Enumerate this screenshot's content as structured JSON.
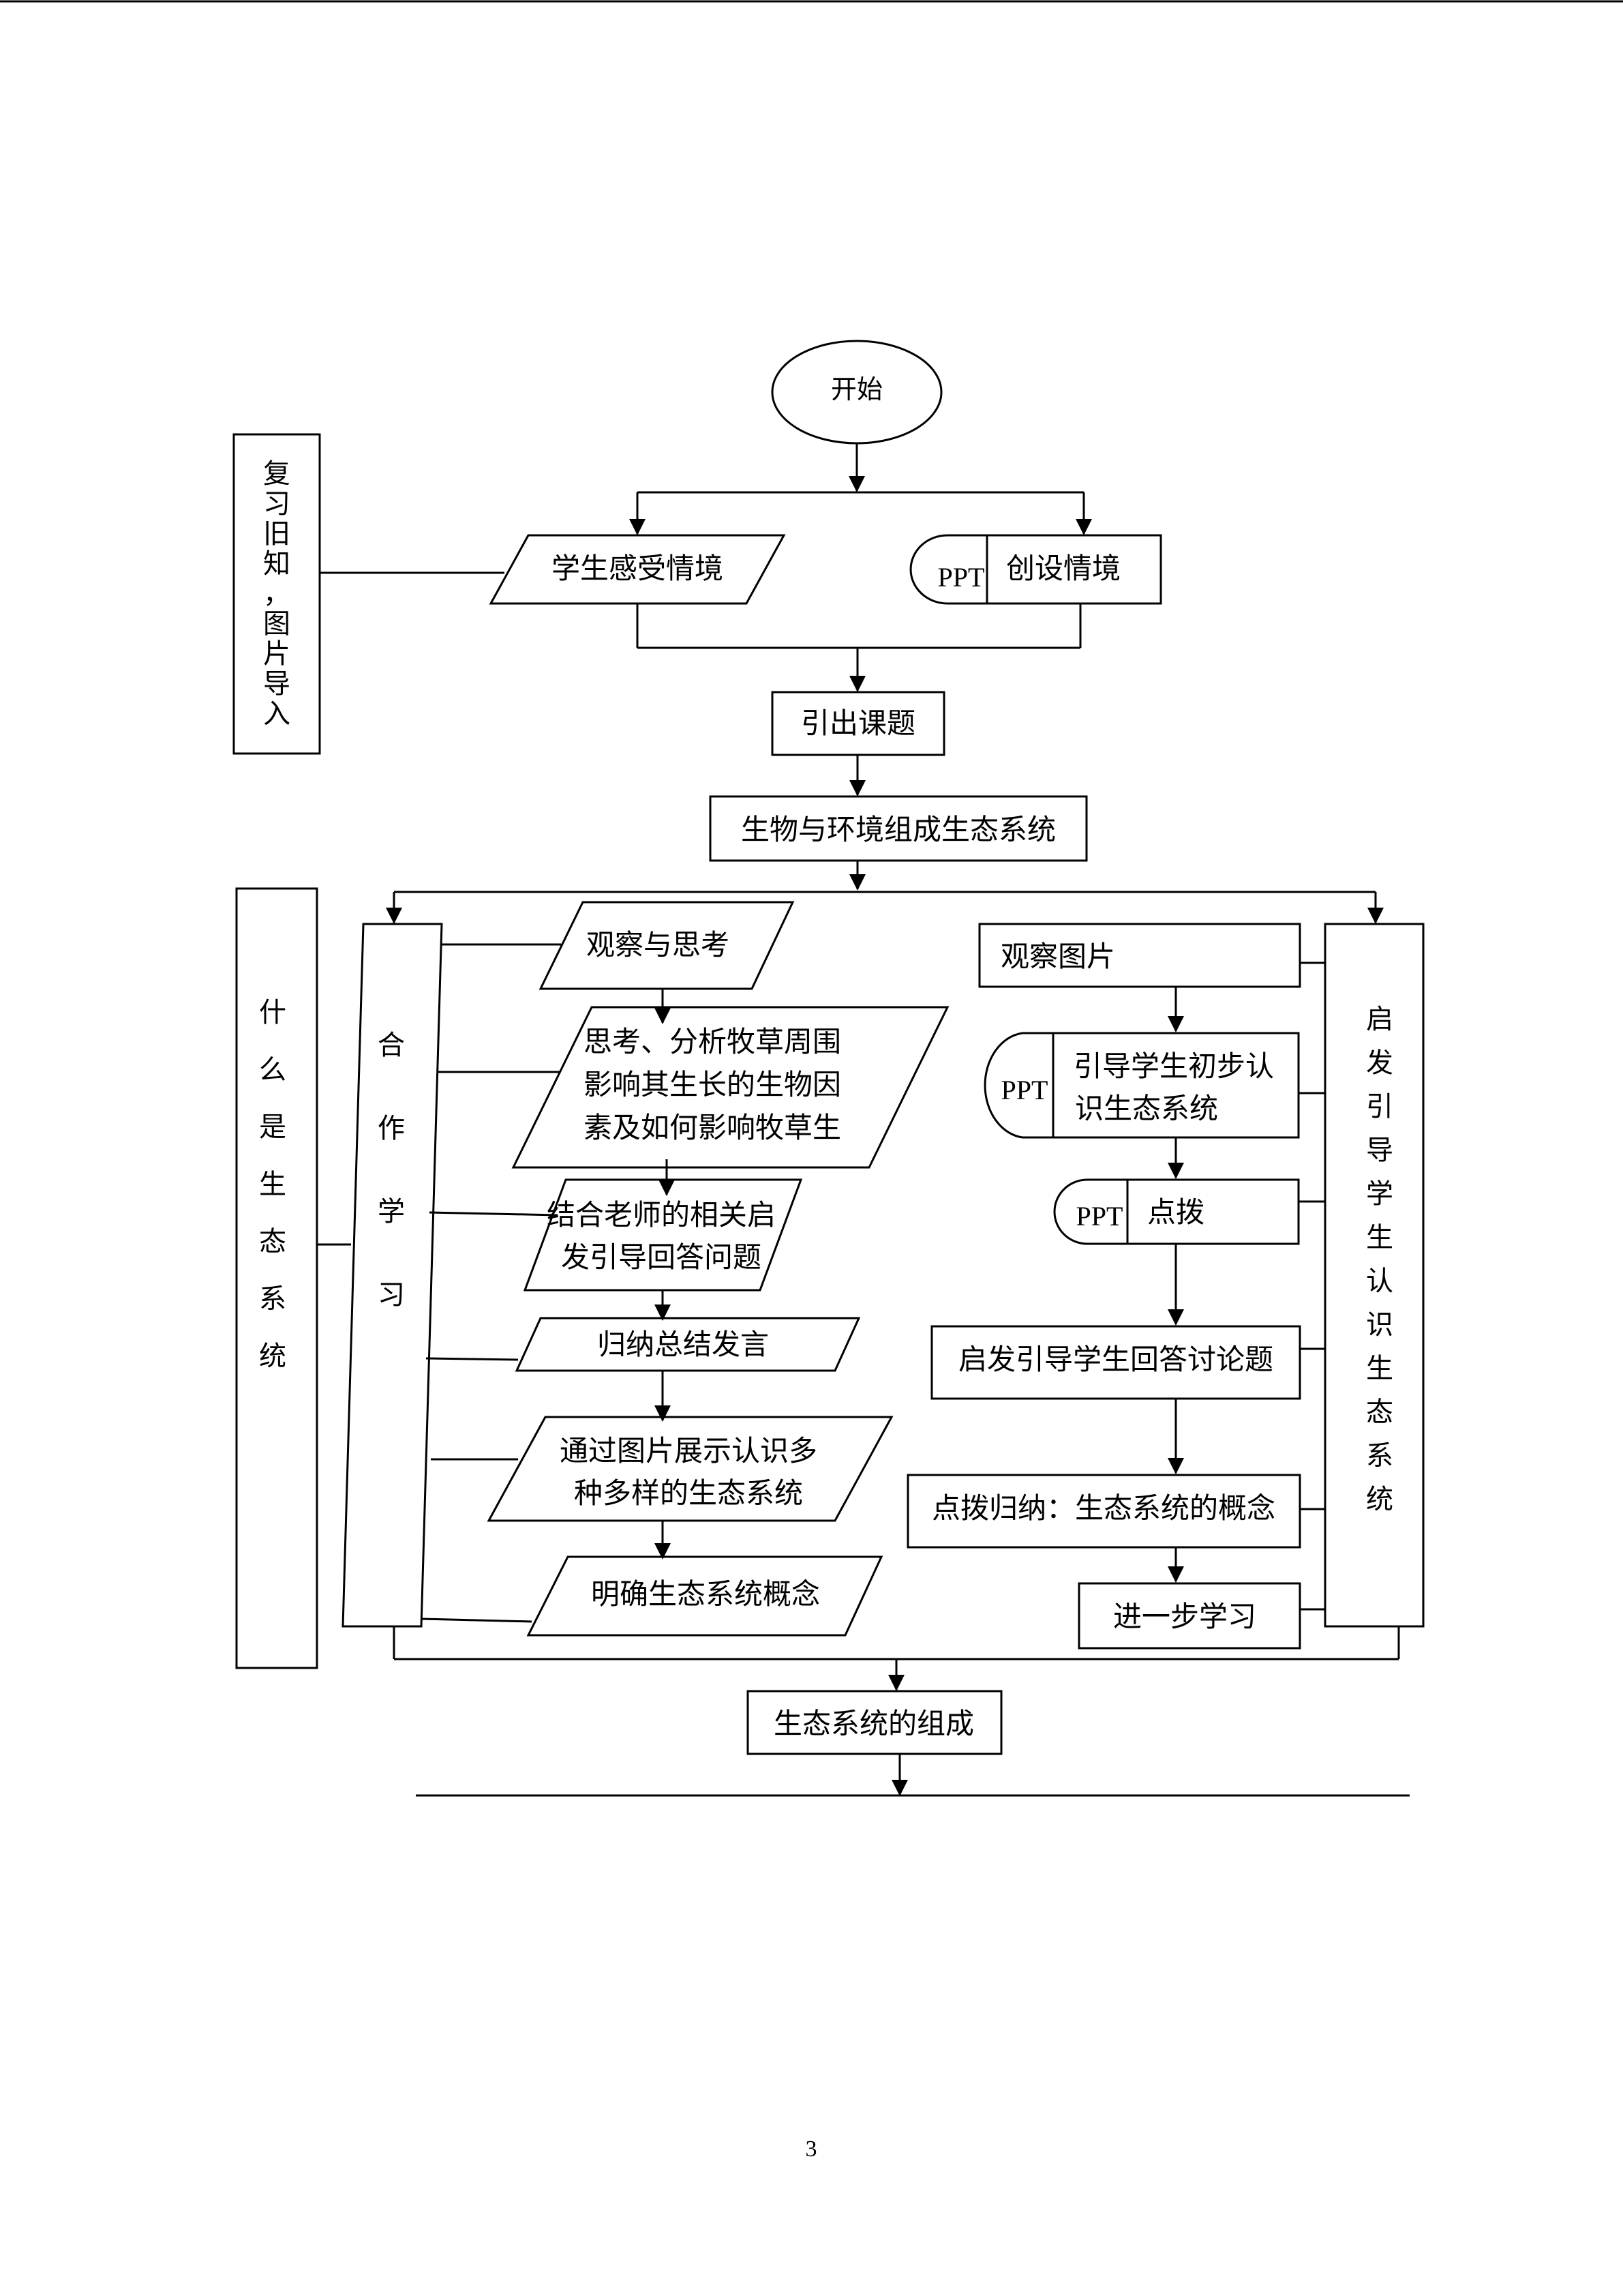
{
  "page_number": "3",
  "nodes": {
    "start": "开始",
    "review_side": "复习旧知，图片导入",
    "student_feel": "学生感受情境",
    "ppt_tag": "PPT",
    "create_scene": "创设情境",
    "intro_topic": "引出课题",
    "bio_env": "生物与环境组成生态系统",
    "what_is_side": "什么是生态系统",
    "coop_side": "合作学习",
    "observe_think": "观察与思考",
    "think_analyze": [
      "思考、分析牧草周围",
      "影响其生长的生物因",
      "素及如何影响牧草生"
    ],
    "combine_teacher": [
      "结合老师的相关启",
      "发引导回答问题"
    ],
    "summarize_speak": "归纳总结发言",
    "pictures_show": [
      "通过图片展示认识多",
      "种多样的生态系统"
    ],
    "clarify_concept": "明确生态系统概念",
    "observe_pictures": "观察图片",
    "guide_initial": [
      "引导学生初步认",
      "识生态系统"
    ],
    "hint": "点拨",
    "inspire_discuss": "启发引导学生回答讨论题",
    "hint_summarize": "点拨归纳：生态系统的概念",
    "further_study": "进一步学习",
    "guide_side": "启发引导学生认识生态系统",
    "eco_composition": "生态系统的组成"
  }
}
